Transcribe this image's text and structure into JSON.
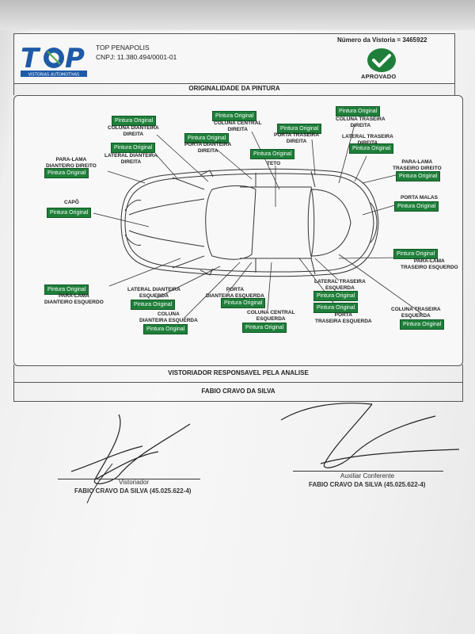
{
  "header": {
    "company": "TOP PENAPOLIS",
    "cnpj": "CNPJ: 11.380.494/0001-01",
    "vistoria_number": "Número da Vistoria = 3465922",
    "status": "APROVADO",
    "logo_text": "TOP",
    "logo_subtitle": "VISTORIAS AUTOMOTIVAS",
    "status_icon": "check-icon",
    "brand_green": "#1f7f3a",
    "logo_blue": "#1e5aa8"
  },
  "section": {
    "title": "ORIGINALIDADE DA PINTURA"
  },
  "parts": [
    {
      "id": "coluna-dianteira-direita",
      "label": "COLUNA DIANTEIRA\nDIREITA",
      "status": "Pintura Original"
    },
    {
      "id": "coluna-central-direita",
      "label": "COLUNA CENTRAL\nDIREITA",
      "status": "Pintura Original"
    },
    {
      "id": "porta-traseira-direita",
      "label": "PORTA TRASEIRA\nDIREITA",
      "status": "Pintura Original"
    },
    {
      "id": "coluna-traseira-direita",
      "label": "COLUNA TRASEIRA\nDIREITA",
      "status": "Pintura Original"
    },
    {
      "id": "lateral-dianteira-direita",
      "label": "LATERAL DIANTEIRA\nDIREITA",
      "status": "Pintura Original"
    },
    {
      "id": "porta-dianteira-direita",
      "label": "PORTA DIANTEIRA\nDIREITA",
      "status": "Pintura Original"
    },
    {
      "id": "lateral-traseira-direita",
      "label": "LATERAL TRASEIRA\nDIREITA",
      "status": "Pintura Original"
    },
    {
      "id": "para-lama-dianteiro-direito",
      "label": "PARA-LAMA\nDIANTEIRO DIREITO",
      "status": "Pintura Original"
    },
    {
      "id": "teto",
      "label": "TETO",
      "status": "Pintura Original"
    },
    {
      "id": "para-lama-traseiro-direito",
      "label": "PARA-LAMA\nTRASEIRO DIREITO",
      "status": "Pintura Original"
    },
    {
      "id": "capo",
      "label": "CAPÔ",
      "status": "Pintura Original"
    },
    {
      "id": "porta-malas",
      "label": "PORTA MALAS",
      "status": "Pintura Original"
    },
    {
      "id": "para-lama-traseiro-esquerdo",
      "label": "PARA-LAMA\nTRASEIRO ESQUERDO",
      "status": "Pintura Original"
    },
    {
      "id": "para-lama-dianteiro-esquerdo",
      "label": "PARA-LAMA\nDIANTEIRO ESQUERDO",
      "status": "Pintura Original"
    },
    {
      "id": "lateral-dianteira-esquerda",
      "label": "LATERAL DIANTEIRA\nESQUERDA",
      "status": "Pintura Original"
    },
    {
      "id": "porta-dianteira-esquerda",
      "label": "PORTA\nDIANTEIRA ESQUERDA",
      "status": "Pintura Original"
    },
    {
      "id": "lateral-traseira-esquerda",
      "label": "LATERAL TRASEIRA\nESQUERDA",
      "status": "Pintura Original"
    },
    {
      "id": "coluna-dianteira-esquerda",
      "label": "COLUNA\nDIANTEIRA ESQUERDA",
      "status": "Pintura Original"
    },
    {
      "id": "coluna-central-esquerda",
      "label": "COLUNA CENTRAL\nESQUERDA",
      "status": "Pintura Original"
    },
    {
      "id": "porta-traseira-esquerda",
      "label": "PORTA\nTRASEIRA ESQUERDA",
      "status": "Pintura Original"
    },
    {
      "id": "coluna-traseira-esquerda",
      "label": "COLUNA TRASEIRA\nESQUERDA",
      "status": "Pintura Original"
    }
  ],
  "responsible": {
    "title": "VISTORIADOR RESPONSAVEL PELA ANALISE",
    "name": "FABIO CRAVO DA SILVA"
  },
  "signatures": [
    {
      "role": "Vistoriador",
      "name": "FABIO CRAVO DA SILVA (45.025.622-4)"
    },
    {
      "role": "Auxiliar Conferente",
      "name": "FABIO CRAVO DA SILVA (45.025.622-4)"
    }
  ]
}
